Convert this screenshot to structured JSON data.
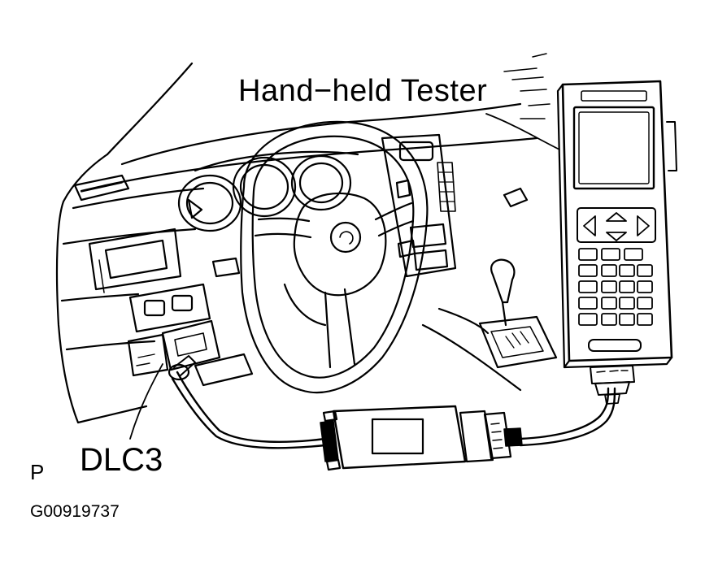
{
  "labels": {
    "tester": "Hand−held Tester",
    "dlc3": "DLC3",
    "view_letter": "P",
    "figure_code": "G00919737"
  },
  "colors": {
    "line": "#000000",
    "paper": "#ffffff"
  }
}
